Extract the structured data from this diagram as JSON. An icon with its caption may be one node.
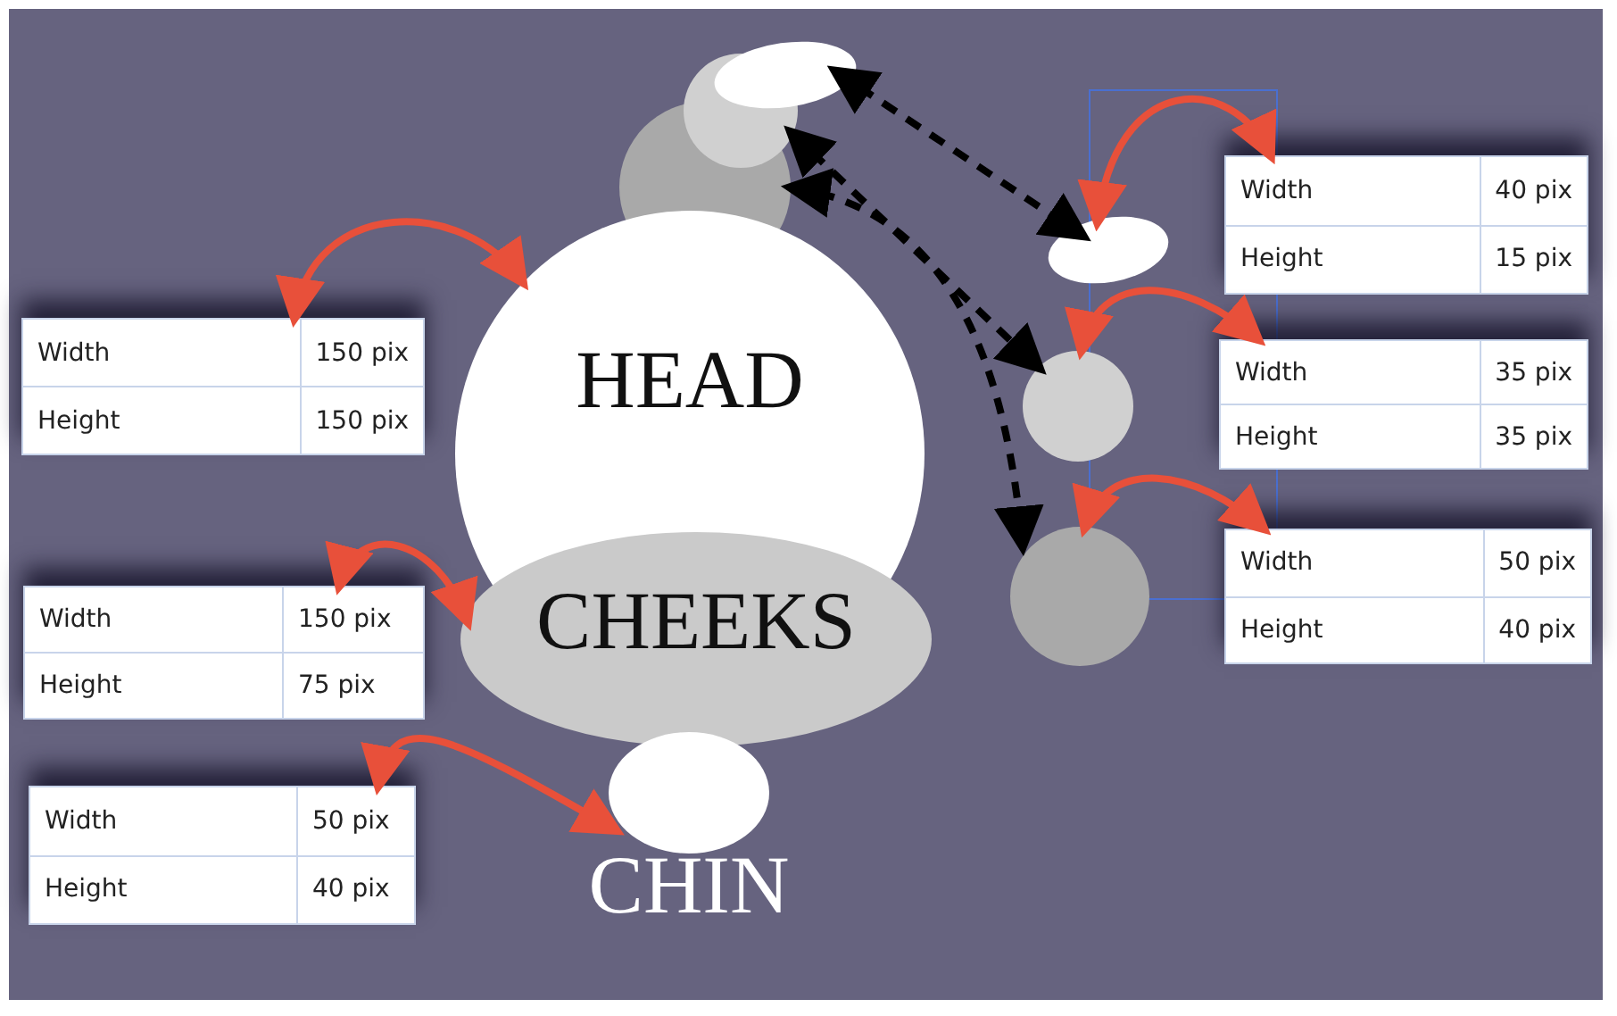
{
  "diagram": {
    "nodes": [
      {
        "text": [
          "HEAD"
        ]
      },
      {
        "text": [
          "CHEEKS"
        ]
      },
      {
        "text": [
          "CHIN"
        ]
      },
      {
        "text": [],
        "shape": "ellipse"
      },
      {
        "text": [],
        "shape": "circle"
      },
      {
        "text": [],
        "shape": "circle"
      },
      {
        "text": [],
        "shape": "ellipse"
      },
      {
        "text": [],
        "shape": "circle"
      },
      {
        "text": [],
        "shape": "circle"
      },
      {
        "text": [
          "Width",
          "150 pix",
          "Height",
          "150 pix"
        ]
      },
      {
        "text": [
          "Width",
          "150 pix",
          "Height",
          "75 pix"
        ]
      },
      {
        "text": [
          "Width",
          "50 pix",
          "Height",
          "40 pix"
        ]
      },
      {
        "text": [
          "Width",
          "40 pix",
          "Height",
          "15 pix"
        ]
      },
      {
        "text": [
          "Width",
          "35 pix",
          "Height",
          "35 pix"
        ]
      },
      {
        "text": [
          "Width",
          "50 pix",
          "Height",
          "40 pix"
        ]
      }
    ],
    "edges": [
      {
        "from": 9,
        "to": 0,
        "arrow": "both"
      },
      {
        "from": 10,
        "to": 1,
        "arrow": "both"
      },
      {
        "from": 11,
        "to": 2,
        "arrow": "both"
      },
      {
        "from": 3,
        "to": 6,
        "arrow": "both",
        "style": "dashed",
        "color": "#000000"
      },
      {
        "from": 4,
        "to": 7,
        "arrow": "both",
        "style": "dashed",
        "color": "#000000"
      },
      {
        "from": 5,
        "to": 8,
        "arrow": "both",
        "style": "dashed",
        "color": "#000000"
      },
      {
        "from": 6,
        "to": 12,
        "arrow": "both"
      },
      {
        "from": 7,
        "to": 13,
        "arrow": "both"
      },
      {
        "from": 8,
        "to": 14,
        "arrow": "both"
      }
    ]
  }
}
